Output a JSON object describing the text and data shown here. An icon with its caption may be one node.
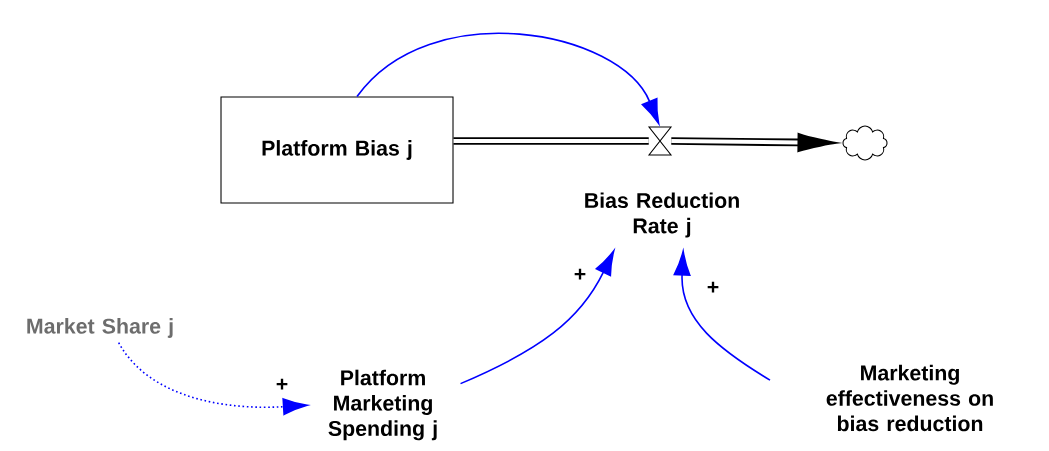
{
  "diagram": {
    "nodes": [
      {
        "text": [
          "Platform Bias j"
        ]
      },
      {
        "text": [],
        "shape": "valve"
      },
      {
        "text": [
          "Bias Reduction Rate j"
        ]
      },
      {
        "text": [],
        "shape": "cloud"
      },
      {
        "text": [
          "Platform Marketing Spending j"
        ]
      },
      {
        "text": [
          "Marketing effectiveness on bias reduction"
        ]
      },
      {
        "text": [
          "Market Share j"
        ]
      }
    ],
    "edges": [
      {
        "from": 0,
        "to": 1,
        "arrow": "none",
        "style": "thick",
        "color": "#000000"
      },
      {
        "from": 1,
        "to": 3,
        "arrow": "to",
        "style": "thick",
        "color": "#000000"
      },
      {
        "from": 0,
        "to": 1,
        "arrow": "to"
      },
      {
        "from": 4,
        "to": 2,
        "arrow": "to",
        "label": "+"
      },
      {
        "from": 5,
        "to": 2,
        "arrow": "to",
        "label": "+"
      },
      {
        "from": 6,
        "to": 4,
        "arrow": "to",
        "label": "+",
        "style": "dashed"
      }
    ]
  }
}
